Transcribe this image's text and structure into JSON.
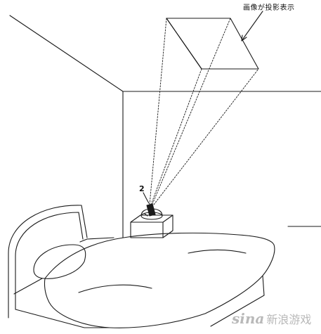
{
  "annotations": {
    "projection_label": "画像が投影表示",
    "reference_number": "2"
  },
  "watermark": {
    "logo_text": "sina",
    "brand_text": "新浪游戏"
  },
  "colors": {
    "line": "#1a1a1a",
    "watermark": "#b9b9b9"
  }
}
